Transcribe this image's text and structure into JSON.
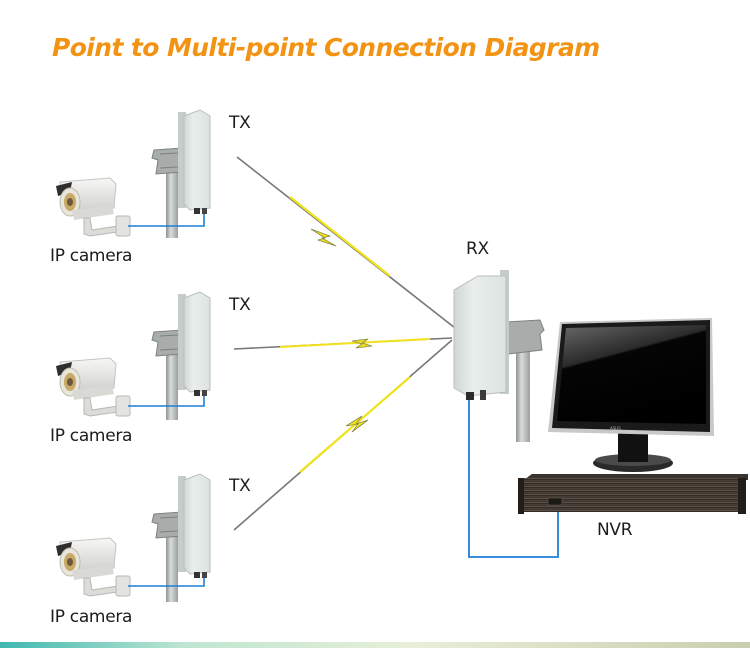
{
  "title": "Point to Multi-point Connection Diagram",
  "colors": {
    "title": "#f39313",
    "cable": "#1f7ed8",
    "link_line": "#7a7a7a",
    "link_bolt": "#f1e21a"
  },
  "transmitters": [
    {
      "label": "TX",
      "camera_label": "IP camera"
    },
    {
      "label": "TX",
      "camera_label": "IP camera"
    },
    {
      "label": "TX",
      "camera_label": "IP camera"
    }
  ],
  "receiver": {
    "label": "RX"
  },
  "recorder": {
    "label": "NVR"
  },
  "monitor": {
    "brand": "ASUS"
  },
  "links": [
    {
      "from": "TX 1",
      "to": "RX",
      "type": "wireless"
    },
    {
      "from": "TX 2",
      "to": "RX",
      "type": "wireless"
    },
    {
      "from": "TX 3",
      "to": "RX",
      "type": "wireless"
    }
  ]
}
